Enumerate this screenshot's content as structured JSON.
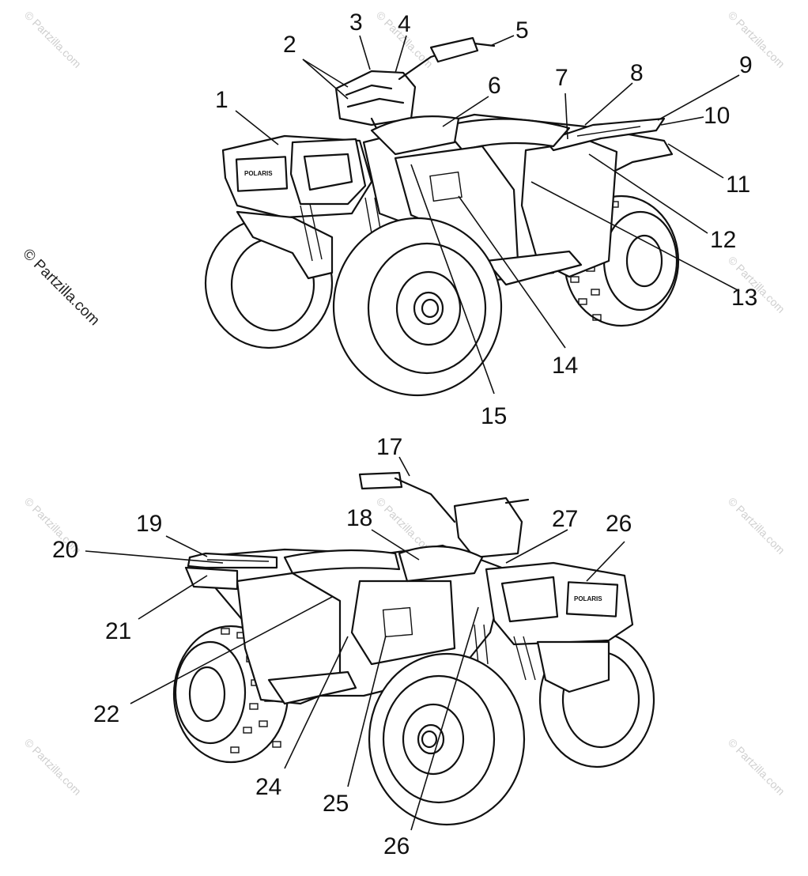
{
  "watermark_text": "© Partzilla.com",
  "copyright_text": "© Partzilla.com",
  "decal_text": "POLARIS",
  "callouts_top": [
    "1",
    "2",
    "3",
    "4",
    "5",
    "6",
    "7",
    "8",
    "9",
    "10",
    "11",
    "12",
    "13",
    "14",
    "15"
  ],
  "callouts_bottom": [
    "17",
    "18",
    "19",
    "20",
    "21",
    "22",
    "24",
    "25",
    "26",
    "27",
    "26"
  ]
}
